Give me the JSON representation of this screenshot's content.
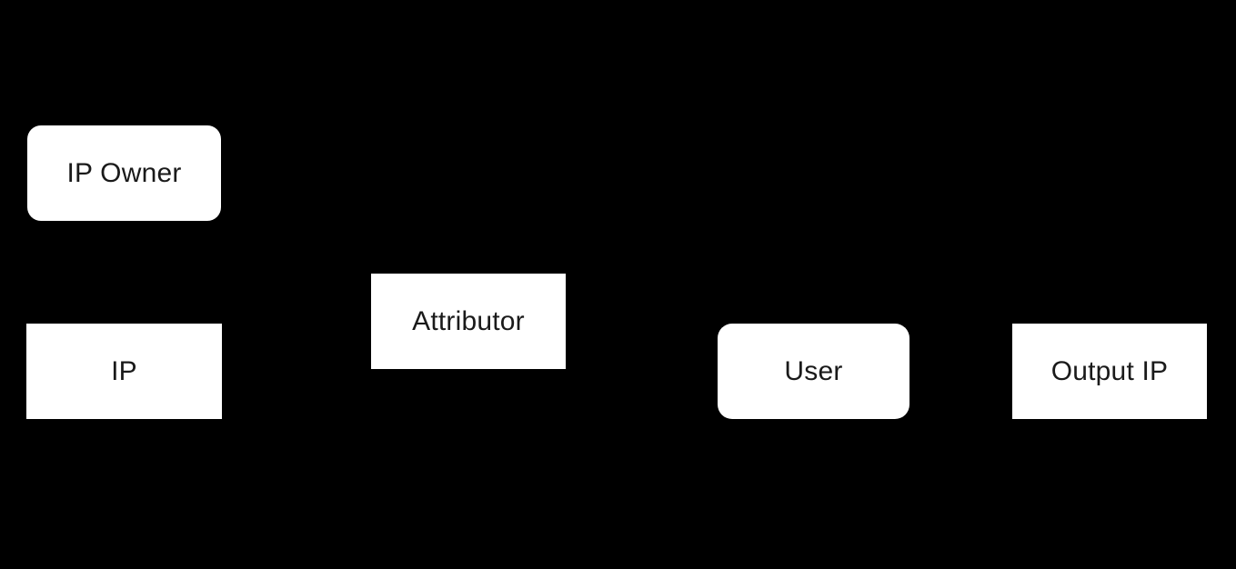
{
  "diagram": {
    "background_color": "#000000",
    "node_fill_color": "#ffffff",
    "node_text_color": "#1a1a1a",
    "nodes": [
      {
        "id": "ip-owner",
        "label": "IP Owner",
        "shape": "rounded-rectangle"
      },
      {
        "id": "ip",
        "label": "IP",
        "shape": "rectangle"
      },
      {
        "id": "attributor",
        "label": "Attributor",
        "shape": "rectangle"
      },
      {
        "id": "user",
        "label": "User",
        "shape": "rounded-rectangle"
      },
      {
        "id": "output-ip",
        "label": "Output IP",
        "shape": "rectangle"
      }
    ]
  }
}
